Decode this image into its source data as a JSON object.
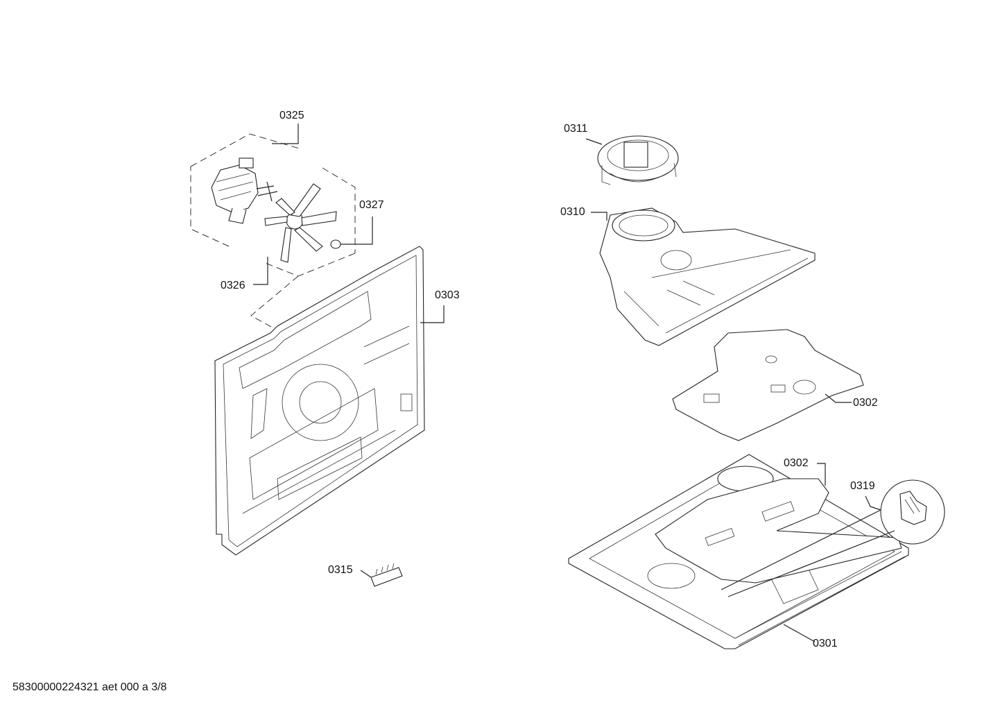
{
  "labels": {
    "p0325": "0325",
    "p0327": "0327",
    "p0326": "0326",
    "p0303": "0303",
    "p0311": "0311",
    "p0310": "0310",
    "p0302a": "0302",
    "p0302b": "0302",
    "p0319": "0319",
    "p0315": "0315",
    "p0301": "0301"
  },
  "footer": "58300000224321 aet 000 a 3/8"
}
